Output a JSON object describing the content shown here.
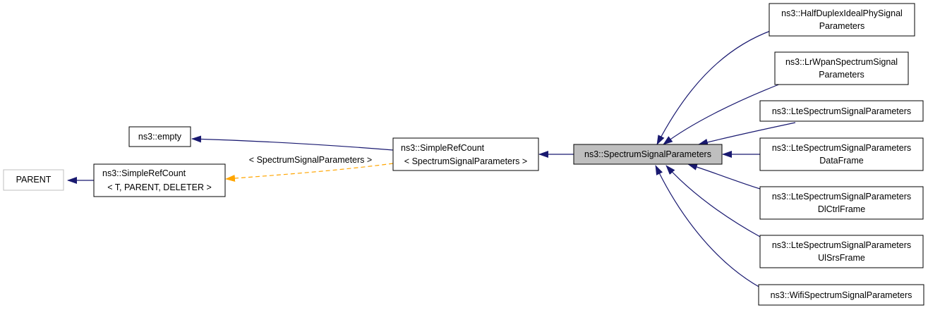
{
  "nodes": {
    "parent": {
      "lines": [
        "PARENT"
      ]
    },
    "simple_ref_count_tpl": {
      "lines": [
        "ns3::SimpleRefCount",
        "< T, PARENT, DELETER >"
      ]
    },
    "empty": {
      "lines": [
        "ns3::empty"
      ]
    },
    "simple_ref_count_ssp": {
      "lines": [
        "ns3::SimpleRefCount",
        "< SpectrumSignalParameters >"
      ]
    },
    "spectrum_signal_parameters": {
      "lines": [
        "ns3::SpectrumSignalParameters"
      ]
    },
    "half_duplex": {
      "lines": [
        "ns3::HalfDuplexIdealPhySignal",
        "Parameters"
      ]
    },
    "lrwpan": {
      "lines": [
        "ns3::LrWpanSpectrumSignal",
        "Parameters"
      ]
    },
    "lte": {
      "lines": [
        "ns3::LteSpectrumSignalParameters"
      ]
    },
    "lte_data": {
      "lines": [
        "ns3::LteSpectrumSignalParameters",
        "DataFrame"
      ]
    },
    "lte_dlctrl": {
      "lines": [
        "ns3::LteSpectrumSignalParameters",
        "DlCtrlFrame"
      ]
    },
    "lte_ulsrs": {
      "lines": [
        "ns3::LteSpectrumSignalParameters",
        "UlSrsFrame"
      ]
    },
    "wifi": {
      "lines": [
        "ns3::WifiSpectrumSignalParameters"
      ]
    }
  },
  "edge_labels": {
    "template_instantiation": "< SpectrumSignalParameters >"
  },
  "colors": {
    "inheritance_edge": "#191970",
    "template_edge": "#ffa500",
    "highlight_fill": "#bfbfbf",
    "node_border": "#000000",
    "external_border": "#bfbfbf"
  }
}
